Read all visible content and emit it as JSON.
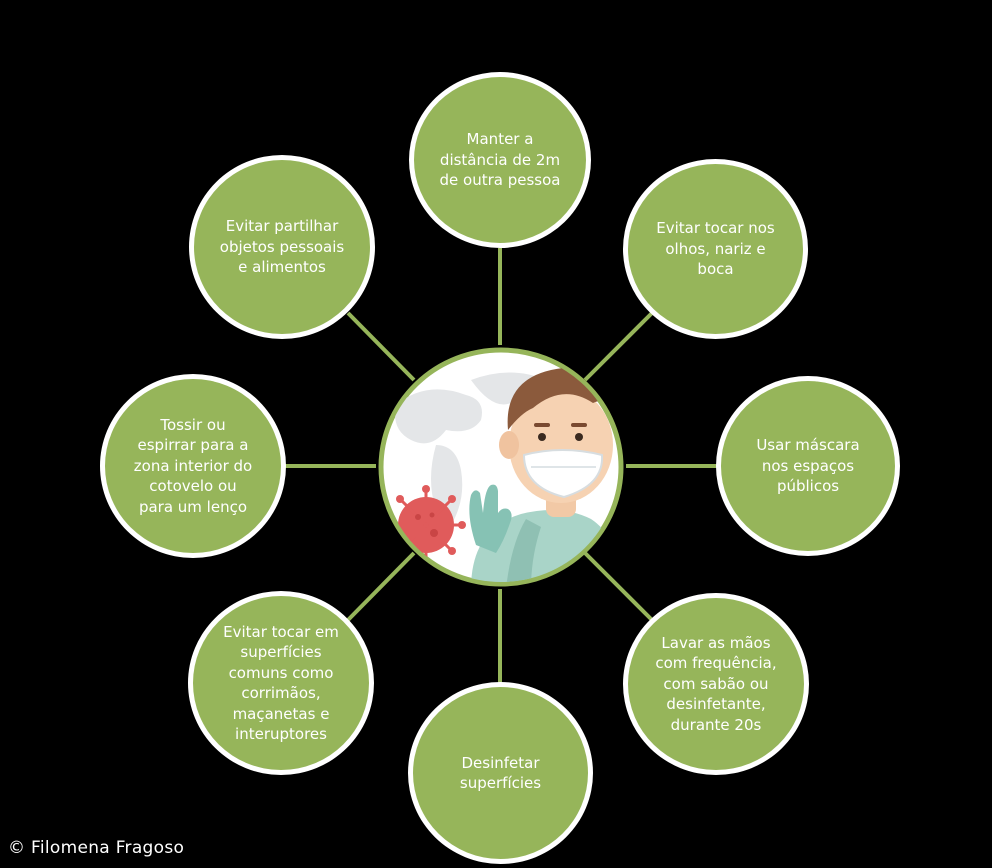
{
  "colors": {
    "background": "#000000",
    "node_fill": "#96b55a",
    "node_border": "#ffffff",
    "connector": "#96b55a",
    "text": "#ffffff"
  },
  "center": {
    "icon": "masked-person-with-virus-icon"
  },
  "nodes": [
    {
      "id": "distance",
      "label": "Manter a\ndistância de 2m\nde outra pessoa"
    },
    {
      "id": "face",
      "label": "Evitar tocar nos\nolhos, nariz e\nboca"
    },
    {
      "id": "mask",
      "label": "Usar máscara\nnos espaços\npúblicos"
    },
    {
      "id": "hands",
      "label": "Lavar as mãos\ncom frequência,\ncom sabão ou\ndesinfetante,\ndurante 20s"
    },
    {
      "id": "disinfect",
      "label": "Desinfetar\nsuperfícies"
    },
    {
      "id": "surfaces",
      "label": "Evitar tocar em\nsuperfícies\ncomuns como\ncorrimãos,\nmaçanetas e\ninteruptores"
    },
    {
      "id": "cough",
      "label": "Tossir ou\nespirrar para a\nzona interior do\ncotovelo ou\npara um lenço"
    },
    {
      "id": "sharing",
      "label": "Evitar partilhar\nobjetos pessoais\ne  alimentos"
    }
  ],
  "credit": "© Filomena Fragoso"
}
